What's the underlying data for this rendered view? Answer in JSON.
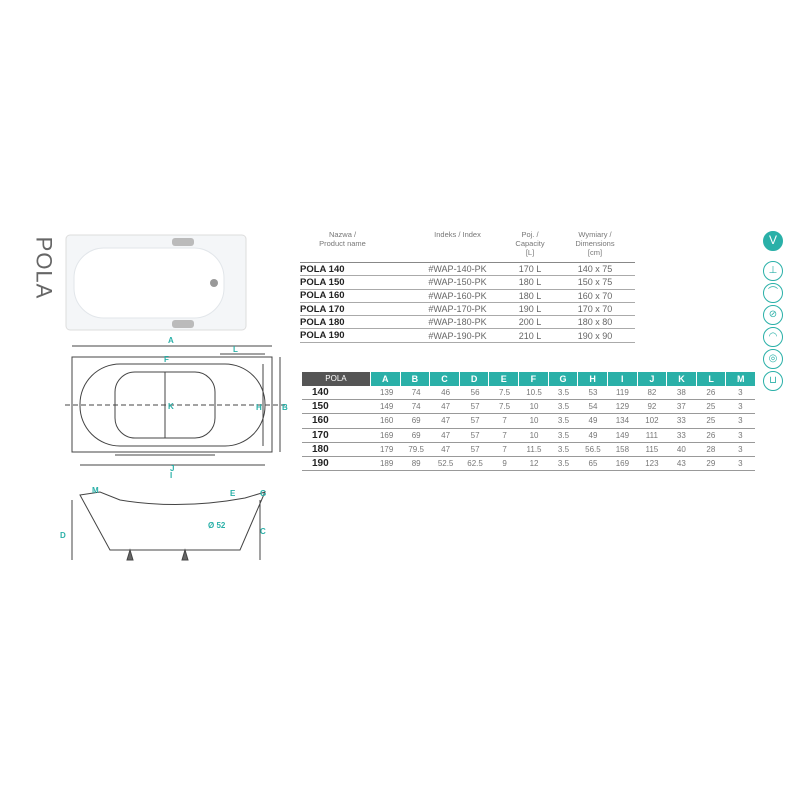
{
  "title": "POLA",
  "spec": {
    "headers": [
      "Nazwa /\nProduct name",
      "Indeks / Index",
      "Poj. /\nCapacity\n[L]",
      "Wymiary /\nDimensions\n[cm]"
    ],
    "rows": [
      [
        "POLA 140",
        "#WAP-140-PK",
        "170 L",
        "140 x 75"
      ],
      [
        "POLA 150",
        "#WAP-150-PK",
        "180 L",
        "150 x 75"
      ],
      [
        "POLA 160",
        "#WAP-160-PK",
        "180 L",
        "160 x 70"
      ],
      [
        "POLA 170",
        "#WAP-170-PK",
        "190 L",
        "170 x 70"
      ],
      [
        "POLA 180",
        "#WAP-180-PK",
        "200 L",
        "180 x 80"
      ],
      [
        "POLA 190",
        "#WAP-190-PK",
        "210 L",
        "190 x 90"
      ]
    ]
  },
  "dims": {
    "headers": [
      "POLA",
      "A",
      "B",
      "C",
      "D",
      "E",
      "F",
      "G",
      "H",
      "I",
      "J",
      "K",
      "L",
      "M"
    ],
    "rows": [
      [
        "140",
        "139",
        "74",
        "46",
        "56",
        "7.5",
        "10.5",
        "3.5",
        "53",
        "119",
        "82",
        "38",
        "26",
        "3"
      ],
      [
        "150",
        "149",
        "74",
        "47",
        "57",
        "7.5",
        "10",
        "3.5",
        "54",
        "129",
        "92",
        "37",
        "25",
        "3"
      ],
      [
        "160",
        "160",
        "69",
        "47",
        "57",
        "7",
        "10",
        "3.5",
        "49",
        "134",
        "102",
        "33",
        "25",
        "3"
      ],
      [
        "170",
        "169",
        "69",
        "47",
        "57",
        "7",
        "10",
        "3.5",
        "49",
        "149",
        "111",
        "33",
        "26",
        "3"
      ],
      [
        "180",
        "179",
        "79.5",
        "47",
        "57",
        "7",
        "11.5",
        "3.5",
        "56.5",
        "158",
        "115",
        "40",
        "28",
        "3"
      ],
      [
        "190",
        "189",
        "89",
        "52.5",
        "62.5",
        "9",
        "12",
        "3.5",
        "65",
        "169",
        "123",
        "43",
        "29",
        "3"
      ]
    ]
  },
  "diagram": {
    "labels": [
      "A",
      "B",
      "H",
      "L",
      "F",
      "K",
      "J",
      "I",
      "M",
      "E",
      "G",
      "C",
      "D",
      "Ø 52"
    ]
  },
  "icons": [
    "V",
    "handle-icon",
    "headrest-icon",
    "no-drill-icon",
    "ergonomic-icon",
    "drain-icon",
    "seat-icon"
  ],
  "accent": "#2ab0a8"
}
